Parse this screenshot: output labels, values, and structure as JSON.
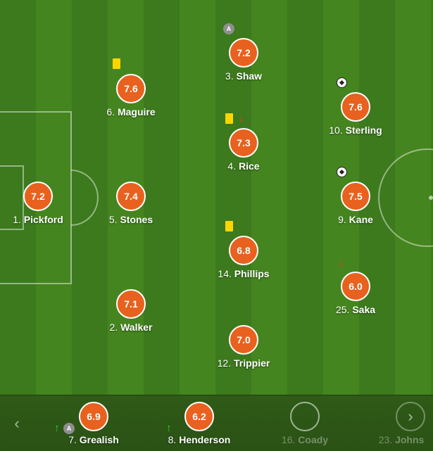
{
  "lineup": [
    {
      "id": "pickford",
      "number": "1.",
      "name": "Pickford",
      "rating": "7.2"
    },
    {
      "id": "maguire",
      "number": "6.",
      "name": "Maguire",
      "rating": "7.6"
    },
    {
      "id": "stones",
      "number": "5.",
      "name": "Stones",
      "rating": "7.4"
    },
    {
      "id": "walker",
      "number": "2.",
      "name": "Walker",
      "rating": "7.1"
    },
    {
      "id": "shaw",
      "number": "3.",
      "name": "Shaw",
      "rating": "7.2"
    },
    {
      "id": "rice",
      "number": "4.",
      "name": "Rice",
      "rating": "7.3"
    },
    {
      "id": "phillips",
      "number": "14.",
      "name": "Phillips",
      "rating": "6.8"
    },
    {
      "id": "trippier",
      "number": "12.",
      "name": "Trippier",
      "rating": "7.0"
    },
    {
      "id": "sterling",
      "number": "10.",
      "name": "Sterling",
      "rating": "7.6"
    },
    {
      "id": "kane",
      "number": "9.",
      "name": "Kane",
      "rating": "7.5"
    },
    {
      "id": "saka",
      "number": "25.",
      "name": "Saka",
      "rating": "6.0"
    }
  ],
  "bench": [
    {
      "id": "grealish",
      "number": "7.",
      "name": "Grealish",
      "rating": "6.9"
    },
    {
      "id": "henderson",
      "number": "8.",
      "name": "Henderson",
      "rating": "6.2"
    },
    {
      "id": "coady",
      "number": "16.",
      "name": "Coady",
      "rating": ""
    },
    {
      "id": "johnstone",
      "number": "23.",
      "name": "Johns",
      "rating": ""
    }
  ],
  "badges": {
    "assist_label": "A"
  },
  "icons": {
    "prev": "chevron-left-icon",
    "next": "chevron-right-icon",
    "goal": "football-icon",
    "card": "yellow-card-icon",
    "sub_off": "arrow-down-icon",
    "sub_on": "arrow-up-icon"
  },
  "colors": {
    "rating_bg": "#e8611e",
    "yellow_card": "#ffd500",
    "sub_off": "#e53935",
    "sub_on": "#2ecc40"
  }
}
